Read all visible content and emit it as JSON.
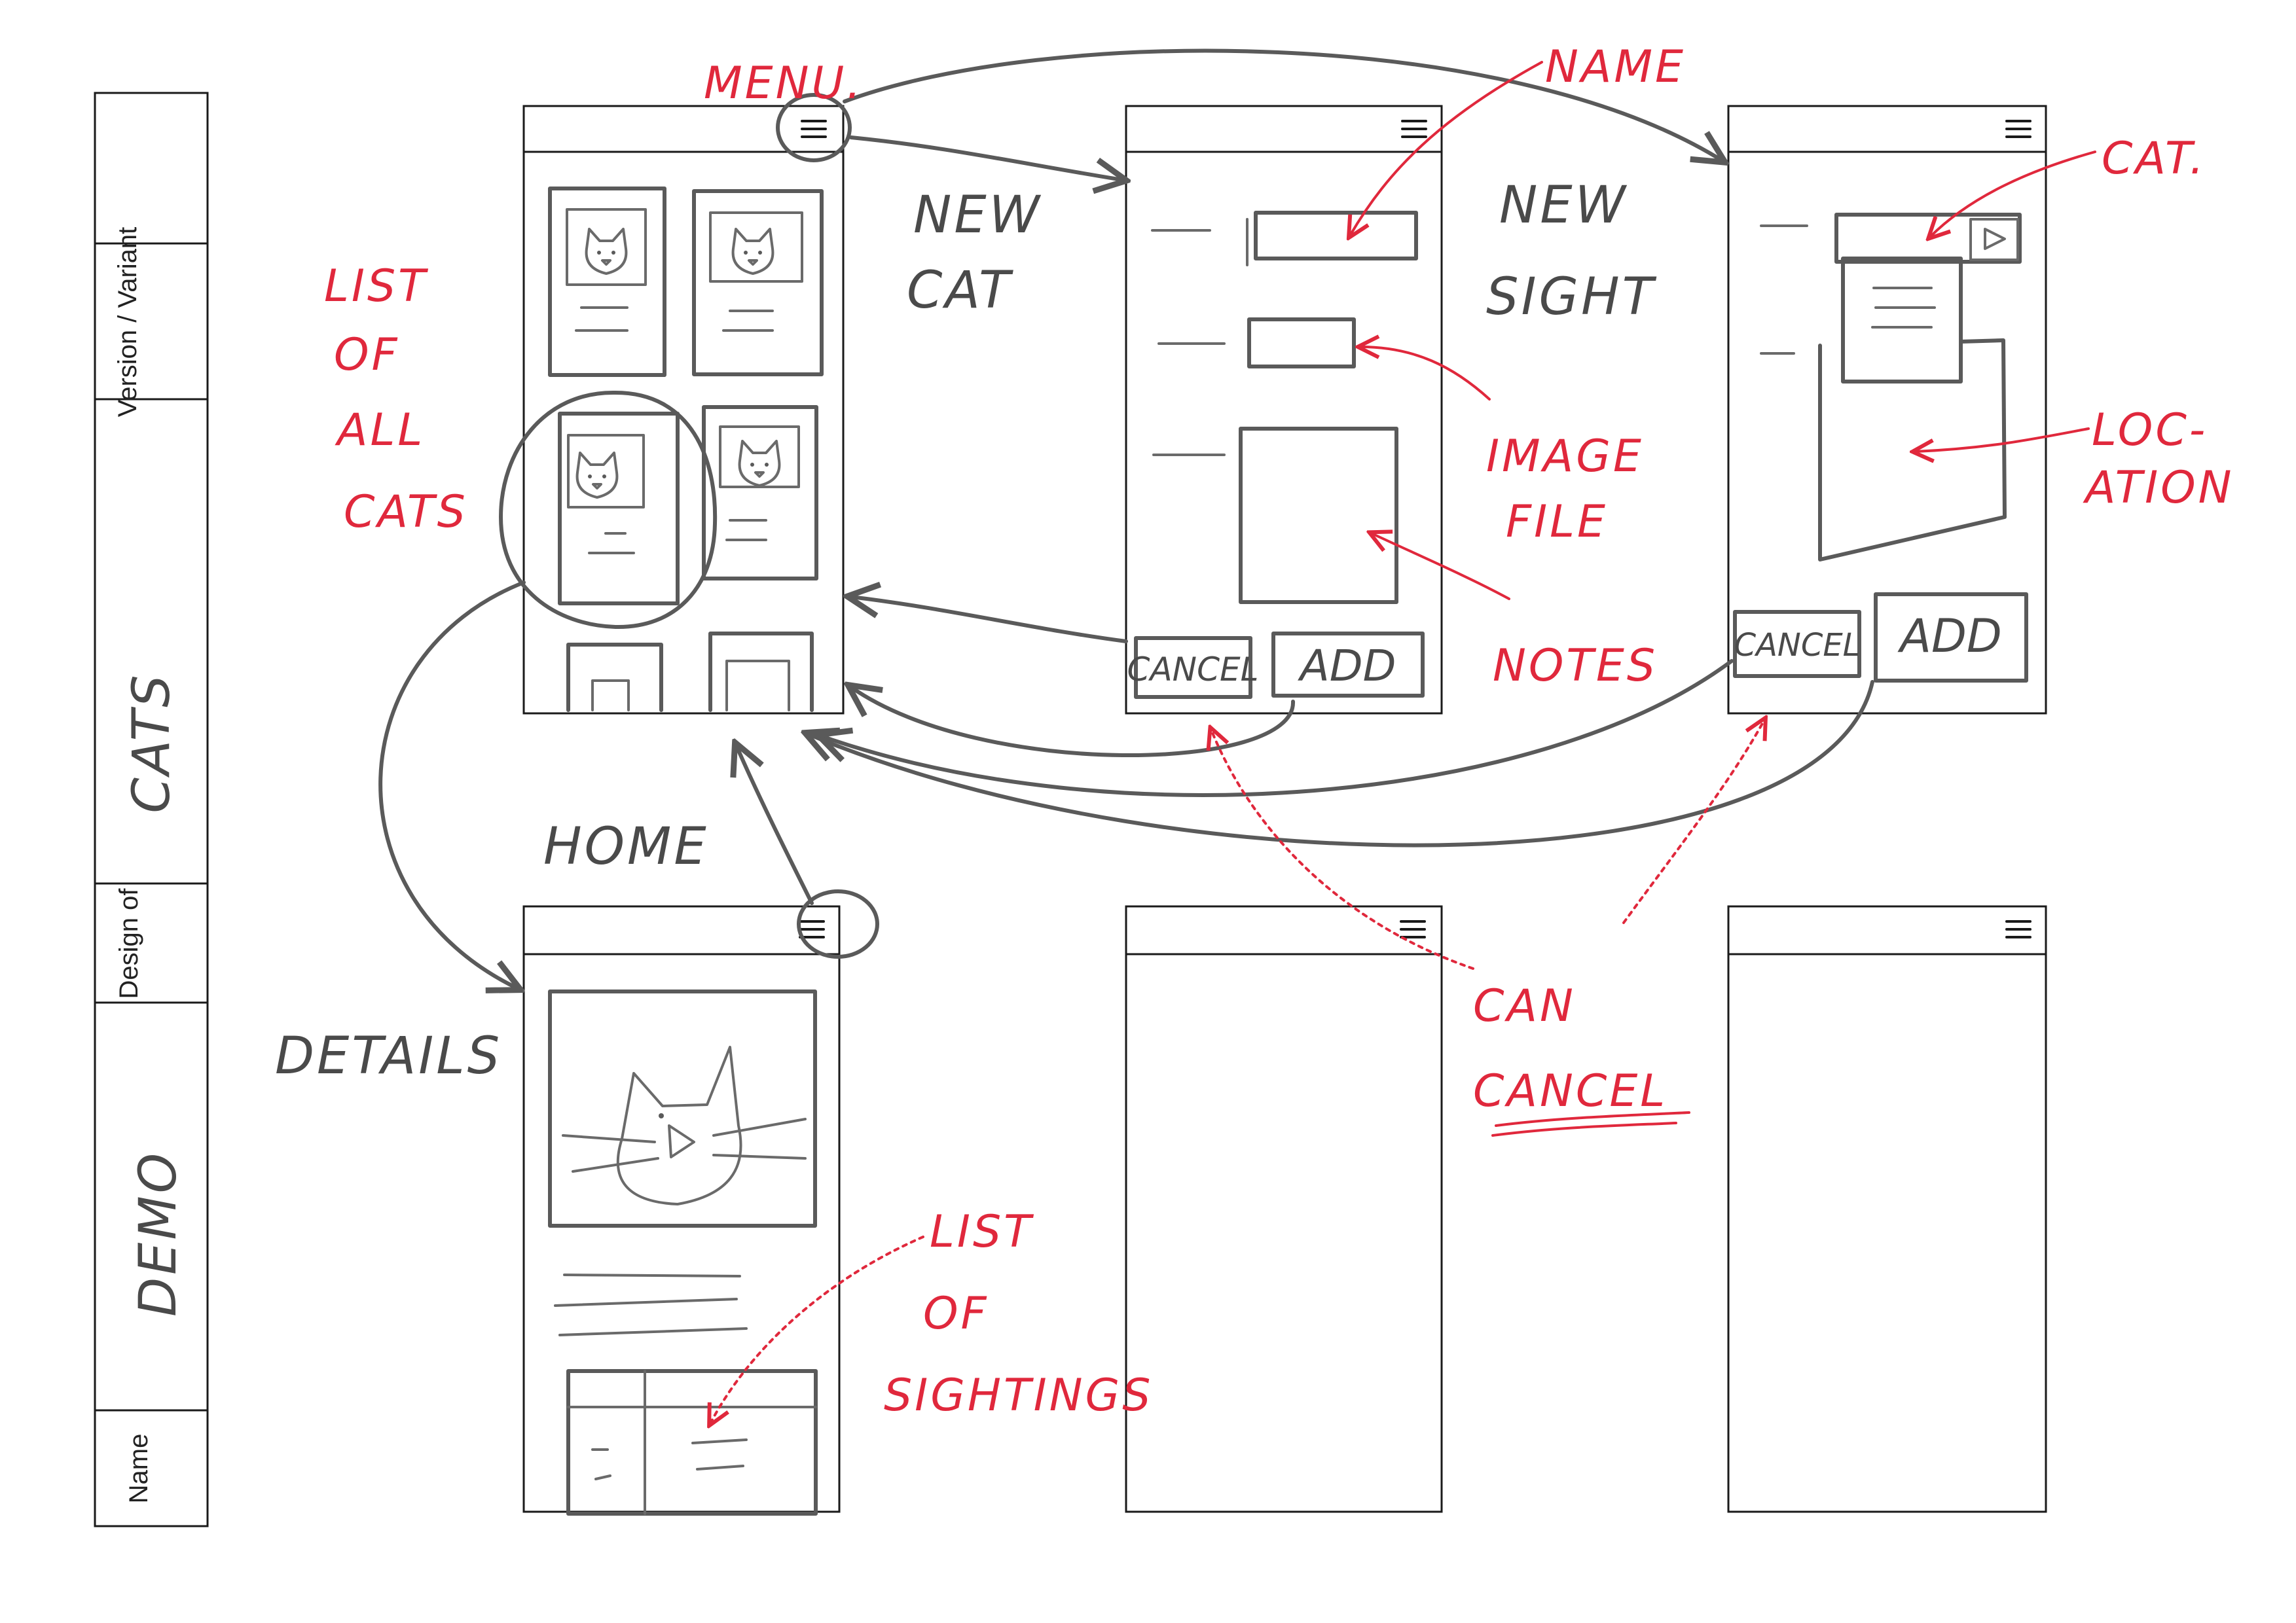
{
  "title_block": {
    "name_label": "Name",
    "name_value": "DEMO",
    "design_of_label": "Design of",
    "design_of_value": "CATS",
    "version_label": "Version / Variant",
    "version_value": ""
  },
  "screens": {
    "list": {
      "items_visible": 4
    },
    "new_cat": {
      "cancel_label": "CANCEL",
      "add_label": "ADD"
    },
    "new_sight": {
      "cancel_label": "CANCEL",
      "add_label": "ADD"
    }
  },
  "gray_labels": {
    "new_cat": [
      "NEW",
      "CAT"
    ],
    "new_sight": [
      "NEW",
      "SIGHT"
    ],
    "home": "HOME",
    "details": "DETAILS"
  },
  "red_annotations": {
    "menu": "MENU.",
    "list_of_all_cats": [
      "LIST",
      "OF",
      "ALL",
      "CATS"
    ],
    "name": "NAME",
    "cat": "CAT.",
    "image_file": [
      "IMAGE",
      "FILE"
    ],
    "notes": "NOTES",
    "location": [
      "LOC-",
      "ATION"
    ],
    "can_cancel": [
      "CAN",
      "CANCEL"
    ],
    "list_of_sightings": [
      "LIST",
      "OF",
      "SIGHTINGS"
    ]
  },
  "colors": {
    "pencil": "#5a5a5a",
    "red_ink": "#e0283c",
    "frame": "#1a1a1a",
    "paper": "#ffffff"
  },
  "icons": [
    "menu-icon",
    "cat-face-icon",
    "dropdown-arrow-icon"
  ]
}
